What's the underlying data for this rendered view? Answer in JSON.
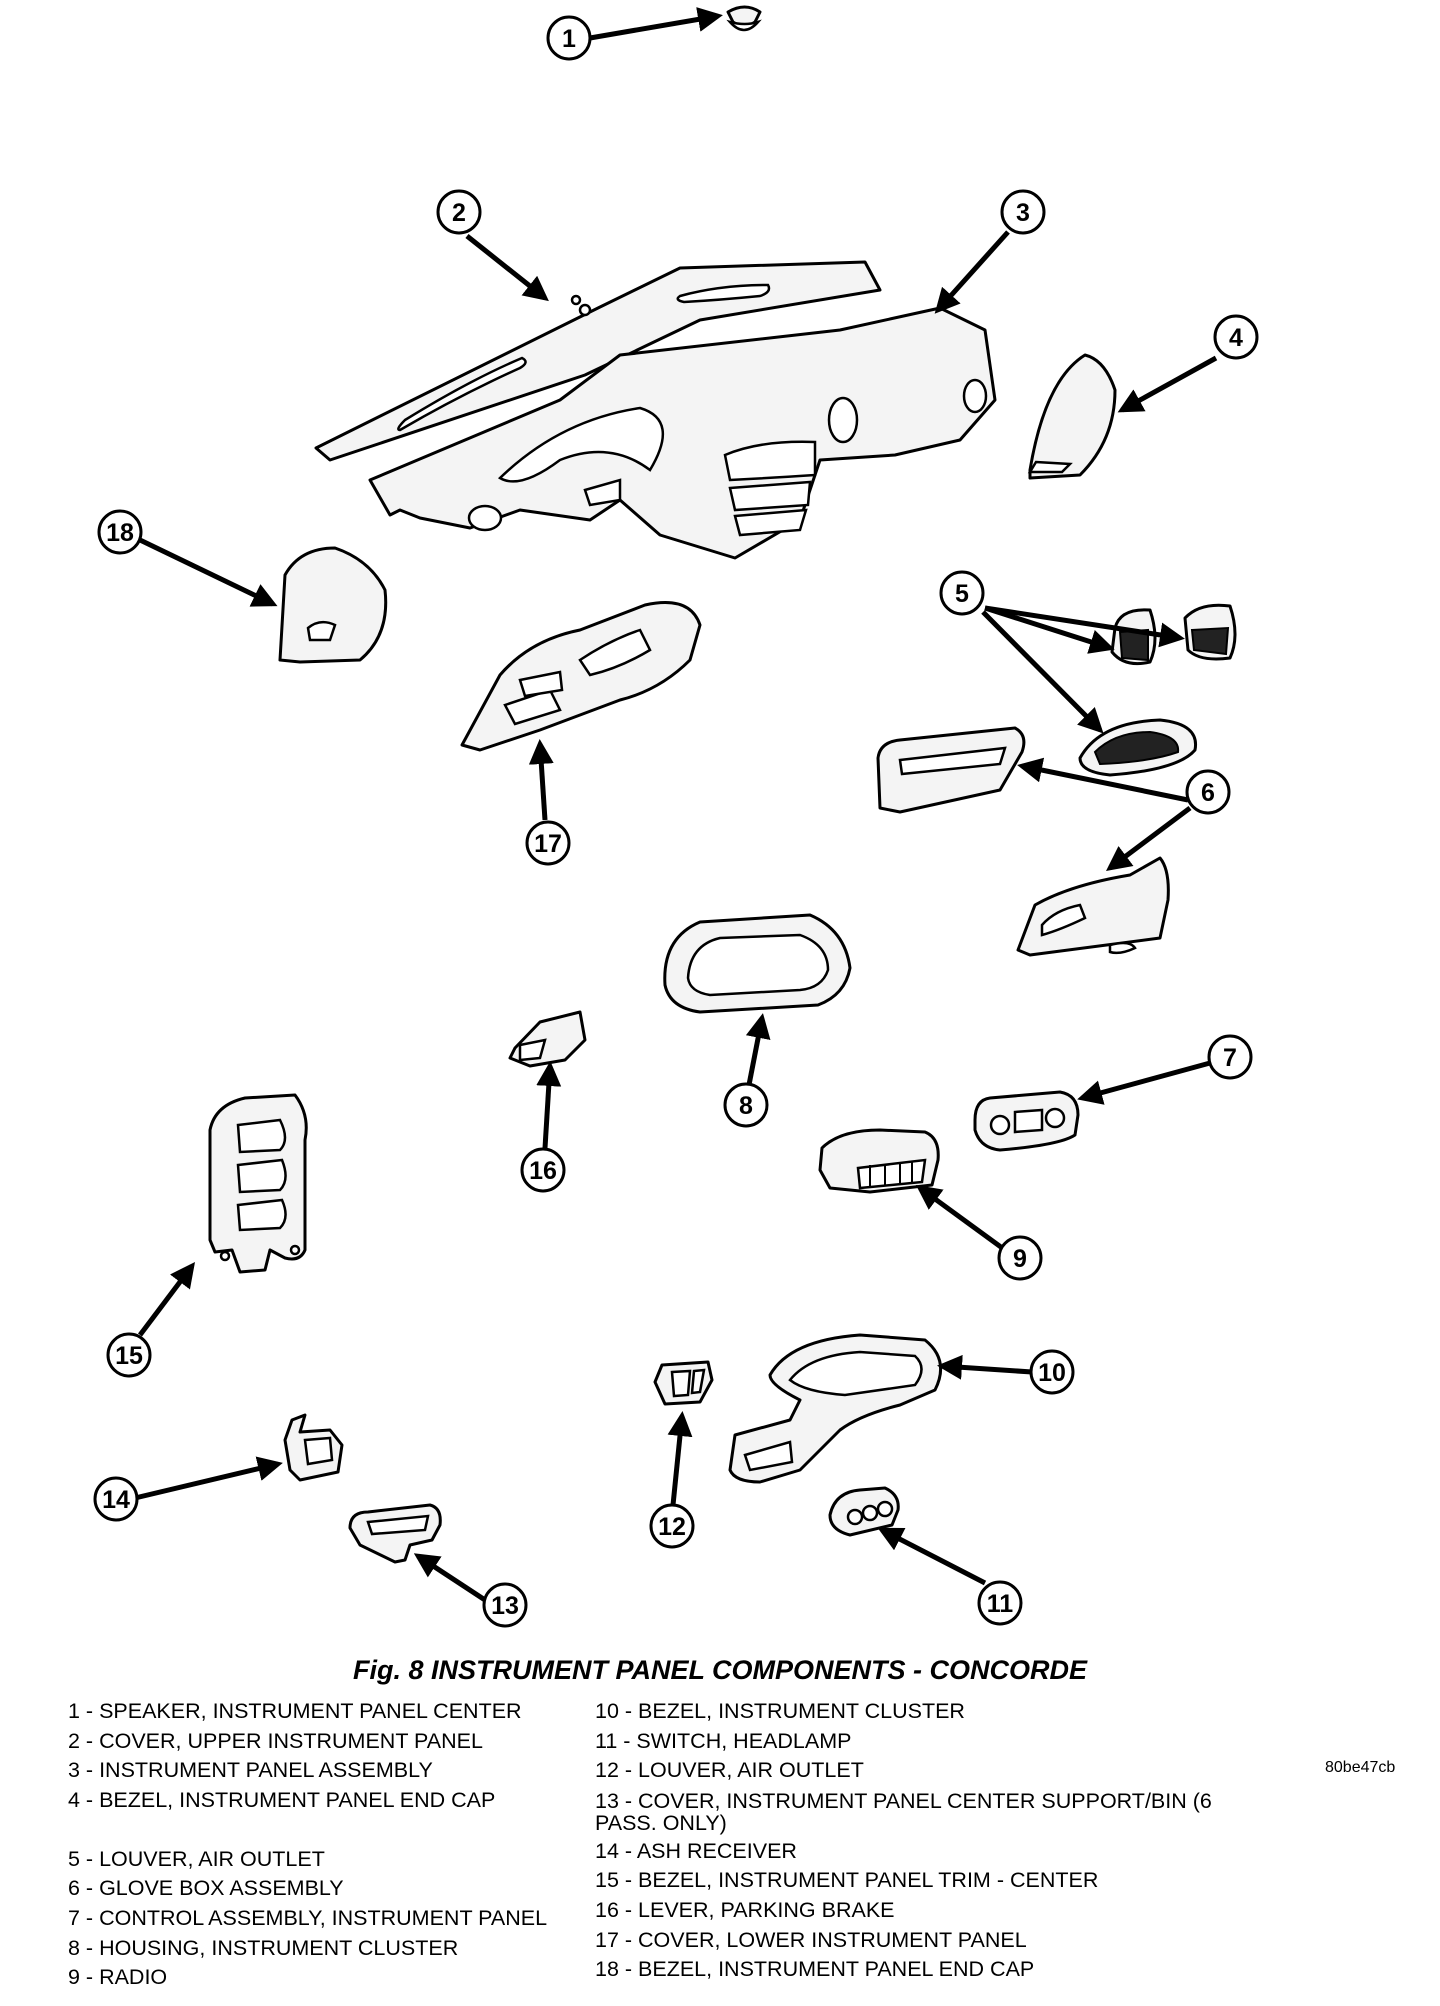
{
  "figure": {
    "caption": "Fig. 8 INSTRUMENT PANEL COMPONENTS - CONCORDE",
    "id": "80be47cb"
  },
  "callouts": [
    {
      "n": "1",
      "part": "speaker"
    },
    {
      "n": "2",
      "part": "upper-cover"
    },
    {
      "n": "3",
      "part": "panel-assembly"
    },
    {
      "n": "4",
      "part": "end-cap-right"
    },
    {
      "n": "5",
      "part": "louvers"
    },
    {
      "n": "6",
      "part": "glove-box"
    },
    {
      "n": "7",
      "part": "control-assembly"
    },
    {
      "n": "8",
      "part": "cluster-housing"
    },
    {
      "n": "9",
      "part": "radio"
    },
    {
      "n": "10",
      "part": "cluster-bezel"
    },
    {
      "n": "11",
      "part": "headlamp-switch"
    },
    {
      "n": "12",
      "part": "air-outlet-louver"
    },
    {
      "n": "13",
      "part": "support-bin-cover"
    },
    {
      "n": "14",
      "part": "ash-receiver"
    },
    {
      "n": "15",
      "part": "trim-bezel"
    },
    {
      "n": "16",
      "part": "parking-brake-lever"
    },
    {
      "n": "17",
      "part": "lower-cover"
    },
    {
      "n": "18",
      "part": "end-cap-left"
    }
  ],
  "legend": {
    "left": [
      "1 - SPEAKER, INSTRUMENT PANEL CENTER",
      "2 - COVER, UPPER INSTRUMENT PANEL",
      "3 - INSTRUMENT PANEL ASSEMBLY",
      "4 - BEZEL, INSTRUMENT PANEL END CAP",
      "5 - LOUVER, AIR OUTLET",
      "6 - GLOVE BOX ASSEMBLY",
      "7 - CONTROL ASSEMBLY, INSTRUMENT PANEL",
      "8 - HOUSING, INSTRUMENT CLUSTER",
      "9 - RADIO"
    ],
    "right": [
      "10 - BEZEL, INSTRUMENT CLUSTER",
      "11 - SWITCH, HEADLAMP",
      "12 - LOUVER, AIR OUTLET",
      "13 - COVER, INSTRUMENT PANEL CENTER SUPPORT/BIN (6 PASS. ONLY)",
      "14 - ASH RECEIVER",
      "15 - BEZEL, INSTRUMENT PANEL TRIM - CENTER",
      "16 - LEVER, PARKING BRAKE",
      "17 - COVER, LOWER INSTRUMENT PANEL",
      "18 - BEZEL, INSTRUMENT PANEL END CAP"
    ]
  }
}
